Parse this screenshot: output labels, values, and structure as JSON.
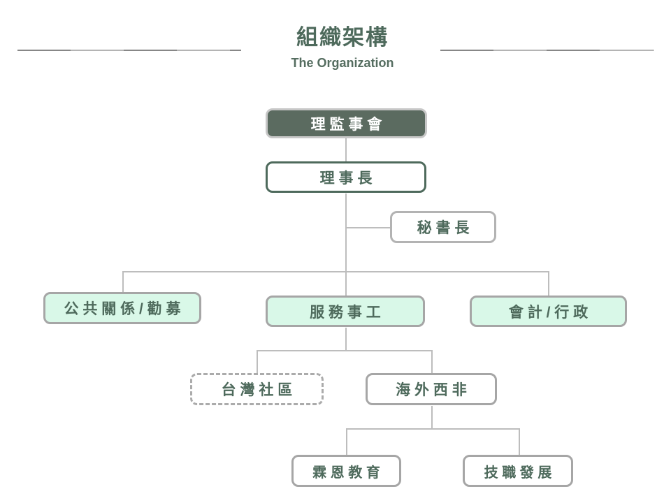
{
  "header": {
    "title": "組織架構",
    "subtitle": "The Organization"
  },
  "org": {
    "nodes": {
      "board": {
        "label": "理監事會",
        "level": 1
      },
      "chairman": {
        "label": "理事長",
        "level": 2
      },
      "secretary_general": {
        "label": "秘書長",
        "level": 3
      },
      "public_relations_fundraising": {
        "label": "公共關係/勸募",
        "level": 4
      },
      "service_ministry": {
        "label": "服務事工",
        "level": 4
      },
      "accounting_admin": {
        "label": "會計/行政",
        "level": 4
      },
      "taiwan_community": {
        "label": "台灣社區",
        "level": 5
      },
      "overseas_west_africa": {
        "label": "海外西非",
        "level": 5
      },
      "linen_education": {
        "label": "霖恩教育",
        "level": 6
      },
      "vocational_development": {
        "label": "技職發展",
        "level": 6
      }
    },
    "edges": [
      [
        "board",
        "chairman"
      ],
      [
        "chairman",
        "secretary_general"
      ],
      [
        "chairman",
        "public_relations_fundraising"
      ],
      [
        "chairman",
        "service_ministry"
      ],
      [
        "chairman",
        "accounting_admin"
      ],
      [
        "service_ministry",
        "taiwan_community"
      ],
      [
        "service_ministry",
        "overseas_west_africa"
      ],
      [
        "overseas_west_africa",
        "linen_education"
      ],
      [
        "overseas_west_africa",
        "vocational_development"
      ]
    ]
  },
  "colors": {
    "accent_dark_fill": "#5b6b60",
    "accent_text": "#4e6a5c",
    "mint_fill": "#d9f8e8",
    "border_gray": "#a6a6a6",
    "connector_gray": "#bdbdbd",
    "rule_gray": "#878787"
  }
}
